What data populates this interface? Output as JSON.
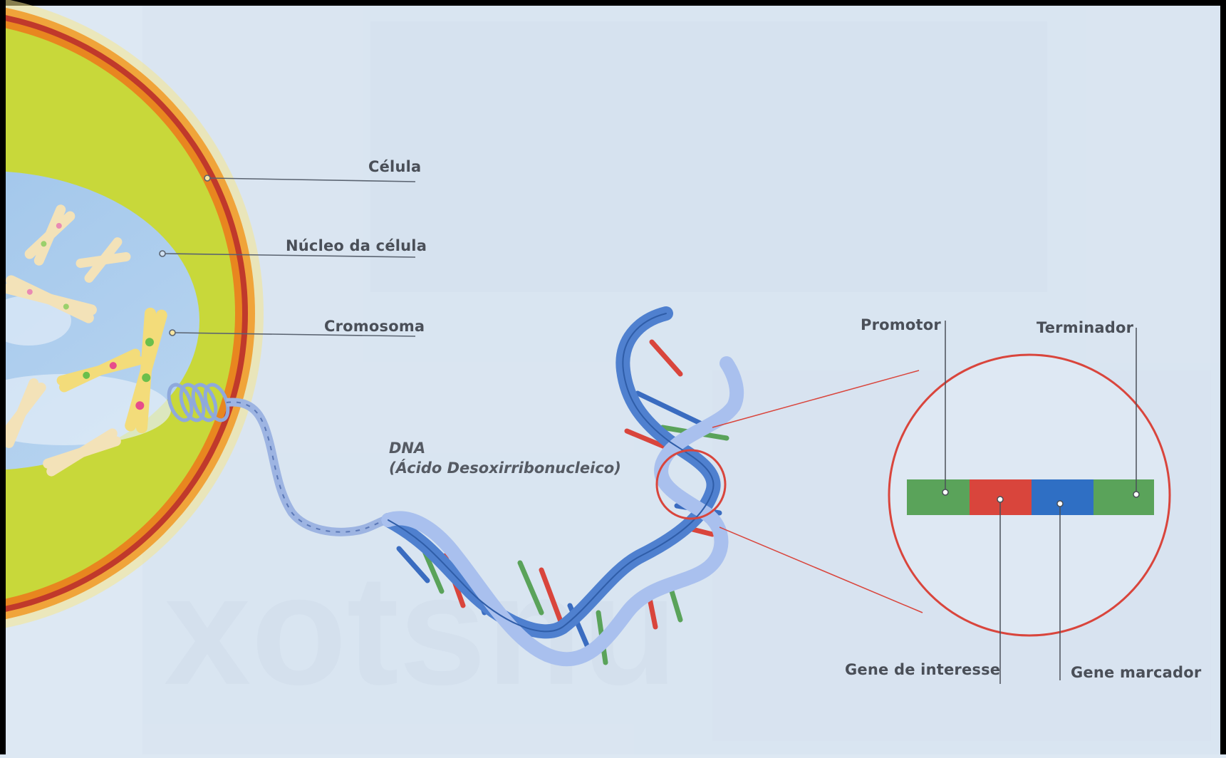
{
  "labels": {
    "cell": "Célula",
    "nucleus": "Núcleo da célula",
    "chromosome": "Cromosoma",
    "dna": "DNA",
    "dna_full": "(Ácido Desoxirribonucleico)",
    "promoter": "Promotor",
    "terminator": "Terminador",
    "gene_interest": "Gene de interesse",
    "gene_marker": "Gene marcador"
  },
  "colors": {
    "background": "#dde8f3",
    "cell_outer": "#c0392b",
    "cell_cytoplasm": "#c8d83a",
    "nucleus": "#a9c9ea",
    "dna_strand": "#5b8fd6",
    "highlight_circle": "#d9453c",
    "segment_promoter": "#5aa35a",
    "segment_interest": "#d9453c",
    "segment_marker": "#2f6fc4",
    "segment_terminator": "#5aa35a"
  },
  "gene_segments": [
    "promoter",
    "gene_of_interest",
    "marker_gene",
    "terminator"
  ]
}
